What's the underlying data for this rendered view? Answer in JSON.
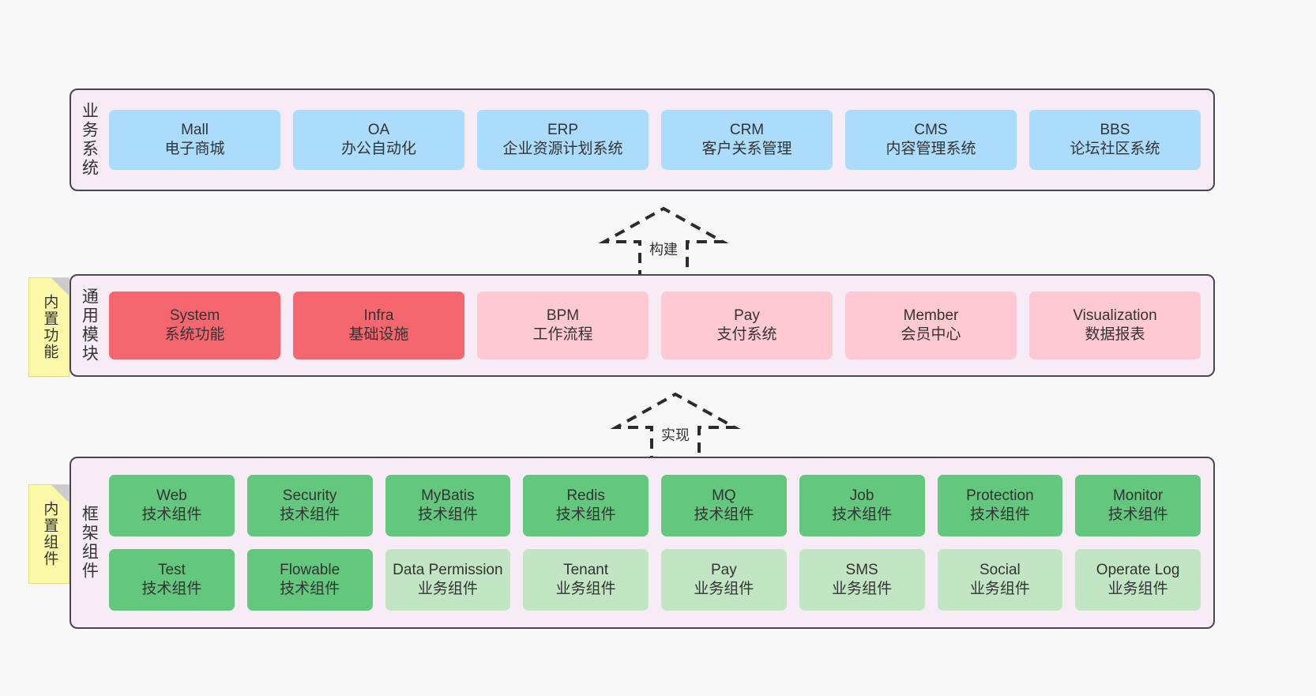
{
  "page": {
    "background": "#f8f8f8",
    "panel_fill": "#f7ecf5",
    "panel_border": "#4a4453",
    "sticky_fill": "#fbf8a8",
    "colors": {
      "business_blue": "#abdcfb",
      "module_red": "#f4676f",
      "module_pink": "#ffc9d3",
      "framework_green": "#63c77e",
      "framework_light_green": "#c2e6c4"
    }
  },
  "layers": [
    {
      "id": "business",
      "title": "业务系统",
      "rows": [
        {
          "cells": [
            {
              "t1": "Mall",
              "t2": "电子商城",
              "color": "#abdcfb"
            },
            {
              "t1": "OA",
              "t2": "办公自动化",
              "color": "#abdcfb"
            },
            {
              "t1": "ERP",
              "t2": "企业资源计划系统",
              "color": "#abdcfb"
            },
            {
              "t1": "CRM",
              "t2": "客户关系管理",
              "color": "#abdcfb"
            },
            {
              "t1": "CMS",
              "t2": "内容管理系统",
              "color": "#abdcfb"
            },
            {
              "t1": "BBS",
              "t2": "论坛社区系统",
              "color": "#abdcfb"
            }
          ]
        }
      ]
    },
    {
      "id": "modules",
      "title": "通用模块",
      "sticky": "内置功能",
      "rows": [
        {
          "cells": [
            {
              "t1": "System",
              "t2": "系统功能",
              "color": "#f4676f"
            },
            {
              "t1": "Infra",
              "t2": "基础设施",
              "color": "#f4676f"
            },
            {
              "t1": "BPM",
              "t2": "工作流程",
              "color": "#ffc9d3"
            },
            {
              "t1": "Pay",
              "t2": "支付系统",
              "color": "#ffc9d3"
            },
            {
              "t1": "Member",
              "t2": "会员中心",
              "color": "#ffc9d3"
            },
            {
              "t1": "Visualization",
              "t2": "数据报表",
              "color": "#ffc9d3"
            }
          ]
        }
      ]
    },
    {
      "id": "framework",
      "title": "框架组件",
      "sticky": "内置组件",
      "rows": [
        {
          "cells": [
            {
              "t1": "Web",
              "t2": "技术组件",
              "color": "#63c77e"
            },
            {
              "t1": "Security",
              "t2": "技术组件",
              "color": "#63c77e"
            },
            {
              "t1": "MyBatis",
              "t2": "技术组件",
              "color": "#63c77e"
            },
            {
              "t1": "Redis",
              "t2": "技术组件",
              "color": "#63c77e"
            },
            {
              "t1": "MQ",
              "t2": "技术组件",
              "color": "#63c77e"
            },
            {
              "t1": "Job",
              "t2": "技术组件",
              "color": "#63c77e"
            },
            {
              "t1": "Protection",
              "t2": "技术组件",
              "color": "#63c77e"
            },
            {
              "t1": "Monitor",
              "t2": "技术组件",
              "color": "#63c77e"
            }
          ]
        },
        {
          "cells": [
            {
              "t1": "Test",
              "t2": "技术组件",
              "color": "#63c77e"
            },
            {
              "t1": "Flowable",
              "t2": "技术组件",
              "color": "#63c77e"
            },
            {
              "t1": "Data Permission",
              "t2": "业务组件",
              "color": "#c2e6c4"
            },
            {
              "t1": "Tenant",
              "t2": "业务组件",
              "color": "#c2e6c4"
            },
            {
              "t1": "Pay",
              "t2": "业务组件",
              "color": "#c2e6c4"
            },
            {
              "t1": "SMS",
              "t2": "业务组件",
              "color": "#c2e6c4"
            },
            {
              "t1": "Social",
              "t2": "业务组件",
              "color": "#c2e6c4"
            },
            {
              "t1": "Operate Log",
              "t2": "业务组件",
              "color": "#c2e6c4"
            }
          ]
        }
      ]
    }
  ],
  "connectors": [
    {
      "id": "build",
      "label": "构建",
      "from": "modules",
      "to": "business"
    },
    {
      "id": "implement",
      "label": "实现",
      "from": "framework",
      "to": "modules"
    }
  ]
}
